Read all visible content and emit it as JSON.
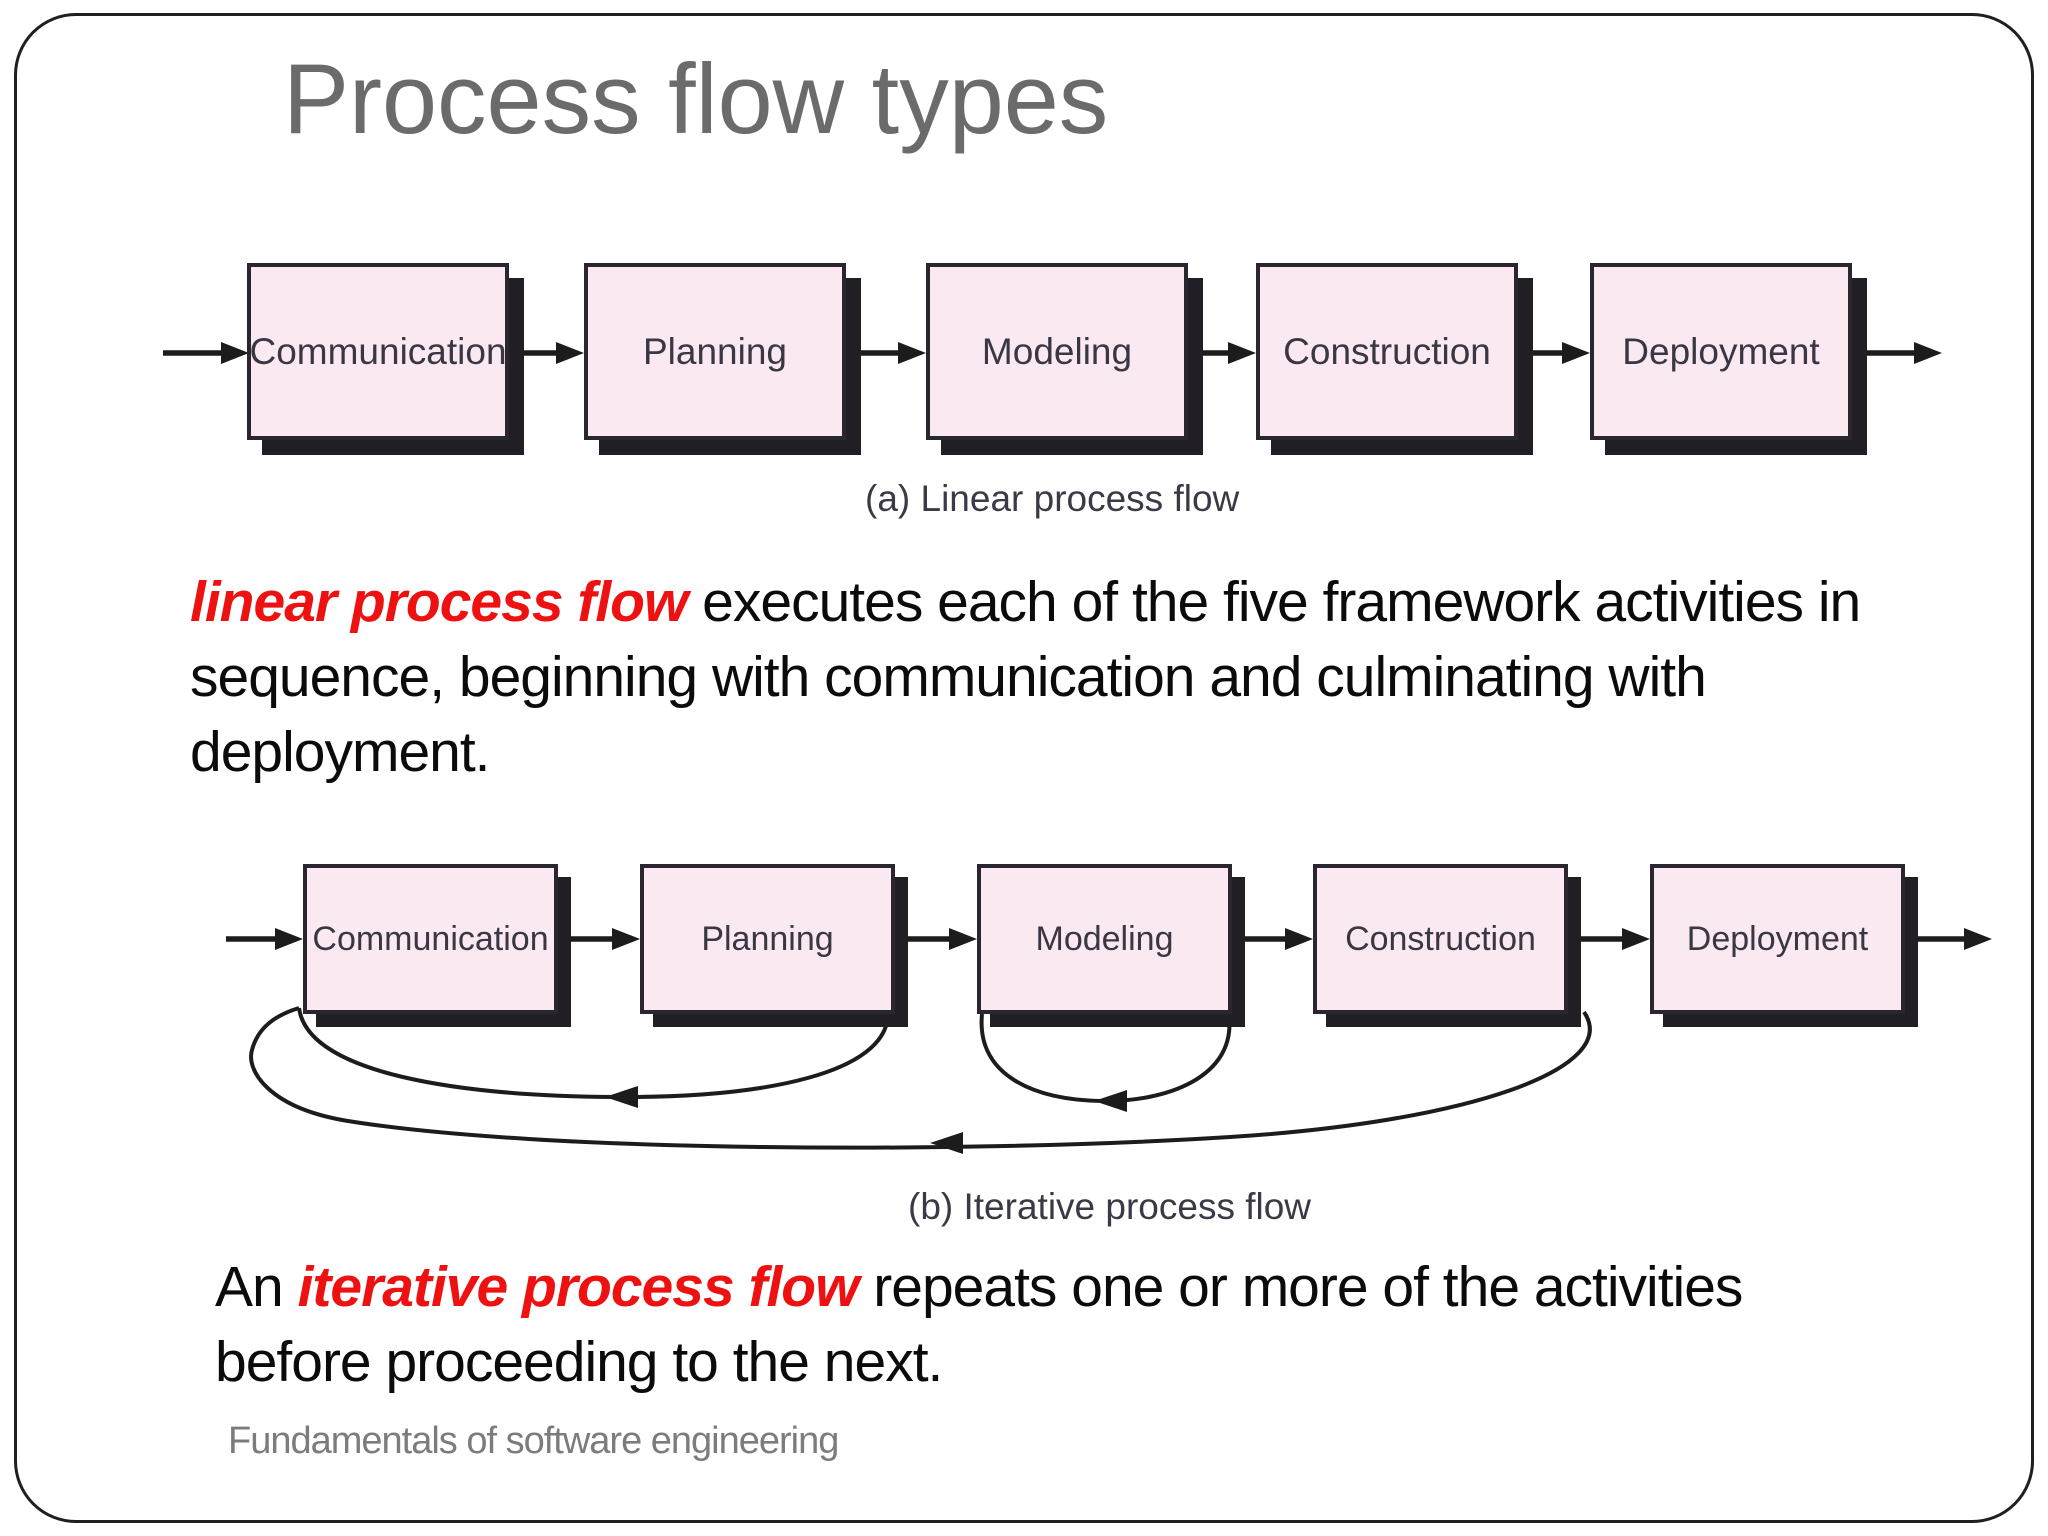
{
  "slide": {
    "title": "Process flow types",
    "footer": "Fundamentals of software engineering"
  },
  "diagram_a": {
    "caption": "(a) Linear process flow",
    "boxes": [
      "Communication",
      "Planning",
      "Modeling",
      "Construction",
      "Deployment"
    ]
  },
  "diagram_b": {
    "caption": "(b) Iterative process flow",
    "boxes": [
      "Communication",
      "Planning",
      "Modeling",
      "Construction",
      "Deployment"
    ]
  },
  "paragraphs": {
    "linear": {
      "highlight": "linear process flow",
      "rest": " executes each of the five framework activities in sequence, beginning with communication and culminating with deployment."
    },
    "iterative": {
      "prefix": "An ",
      "highlight": "iterative process flow",
      "rest": " repeats one or more of the activities before proceeding to the next."
    }
  },
  "colors": {
    "box_fill": "#fbe9f2",
    "box_border": "#29262f",
    "accent_red": "#ee1111",
    "title_gray": "#6b6b6b"
  }
}
